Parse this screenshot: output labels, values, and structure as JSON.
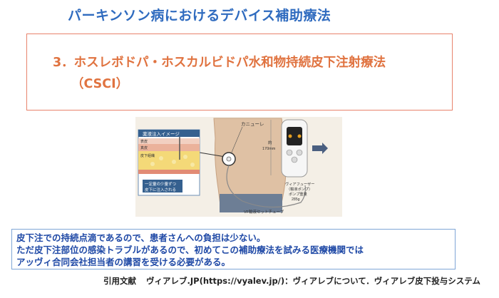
{
  "title": "パーキンソン病におけるデバイス補助療法",
  "heading": {
    "line1": "3．ホスレボドパ・ホスカルビドパ水和物持続皮下注射療法",
    "line2": "（CSCI）"
  },
  "illustration": {
    "inset_title": "薬液注入イメージ",
    "skin_layers": [
      "表皮",
      "真皮",
      "皮下組織"
    ],
    "inset_caption_1": "一定量の少量ずつ",
    "inset_caption_2": "皮下に注入される",
    "cannula_label": "カニューレ",
    "height_label_1": "約",
    "height_label_2": "170mm",
    "device_label_1": "ヴィアフューザー",
    "device_label_2": "（輸液ポンプ）",
    "device_label_3": "ポンプ重量",
    "device_label_4": "285g",
    "tube_label": "VF輸液セットチューブ"
  },
  "note": {
    "lines": [
      "皮下注での持続点滴であるので、患者さんへの負担は少ない。",
      "ただ皮下注部位の感染トラブルがあるので、初めてこの補助療法を試みる医療機関では",
      "アッヴィ合同会社担当者の講習を受ける必要がある。"
    ]
  },
  "reference": {
    "label": "引用文献",
    "text": "ヴィアレブ.JP(https://vyalev.jp/)：ヴィアレブについて．ヴィアレブ皮下投与システム"
  }
}
